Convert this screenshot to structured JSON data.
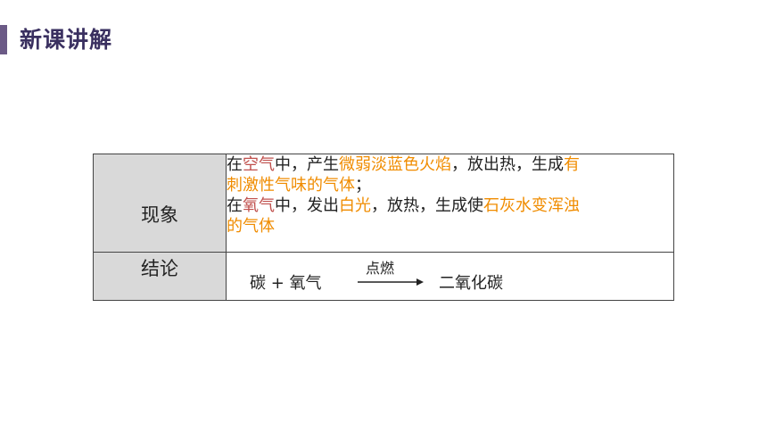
{
  "header": {
    "title": "新课讲解"
  },
  "table": {
    "phenomenon": {
      "label": "现象",
      "line1": {
        "t1": "在",
        "t2": "空气",
        "t3": "中，产生",
        "t4": "微弱淡蓝色火焰",
        "t5": "，放出热，生成",
        "t6": "有"
      },
      "line2": {
        "t1": "刺激性气味的气体",
        "t2": "；"
      },
      "line3": {
        "t1": "在",
        "t2": "氧气",
        "t3": "中，发出",
        "t4": "白光",
        "t5": "，放热，生成使",
        "t6": "石灰水变浑浊"
      },
      "line4": {
        "t1": "的气体"
      }
    },
    "conclusion": {
      "label": "结论",
      "reactants": "碳 + 氧气",
      "condition": "点燃",
      "product": "二氧化碳"
    }
  },
  "colors": {
    "highlight_red": "#c0504d",
    "highlight_orange": "#f08c00",
    "header_accent": "#6b5a86"
  }
}
